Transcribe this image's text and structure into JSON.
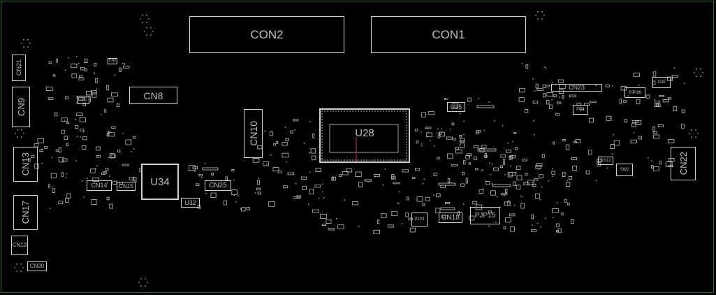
{
  "board": {
    "components": {
      "con2": "CON2",
      "con1": "CON1",
      "cn8": "CN8",
      "cn9": "CN9",
      "cn21": "CN21",
      "cn10": "CN10",
      "cn13": "CN13",
      "cn14": "CN14",
      "cn15": "CN15",
      "cn17": "CN17",
      "cn18": "CN18",
      "cn19": "CN19",
      "cn20": "CN20",
      "cn22": "CN22",
      "cn23": "CN23",
      "cn25": "CN25",
      "u28": "U28",
      "u34": "U34",
      "u25": "U25",
      "u32": "U32",
      "u45": "U45",
      "pjp15": "PJP15",
      "pjp16": "PJP16",
      "pjp4": "PJP4",
      "sw2": "SW2",
      "pd1": "PD1",
      "cn12": "CN12",
      "cn6": "CN6",
      "u30": "U30"
    }
  },
  "colors": {
    "background": "#000000",
    "outline": "#cfcfcf",
    "frame": "#1f7a1f",
    "accent": "#c0306b"
  }
}
